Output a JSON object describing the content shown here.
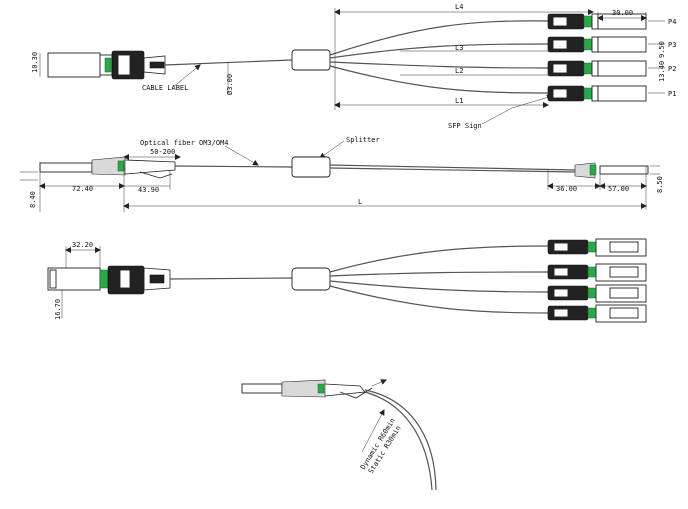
{
  "top_view": {
    "dim_l4": "L4",
    "dim_l3": "L3",
    "dim_l2": "L2",
    "dim_l1": "L1",
    "dim_30": "30.00",
    "dim_950": "9.50",
    "dim_1340": "13.40",
    "dim_1030": "10.30",
    "dim_d3": "Ø3.00",
    "cable_label": "CABLE LABEL",
    "sfp_sign": "SFP Sign",
    "port_labels": [
      "P4",
      "P3",
      "P2",
      "P1"
    ]
  },
  "side_view": {
    "optical_fiber": "Optical fiber OM3/OM4",
    "splitter": "Splitter",
    "range": "50-200",
    "dim_840": "8.40",
    "dim_7240": "72.40",
    "dim_4390": "43.90",
    "dim_l": "L",
    "dim_3600": "36.00",
    "dim_5700": "57.00",
    "dim_850": "8.50"
  },
  "iso_view": {
    "dim_3220": "32.20",
    "dim_1670": "16.70"
  },
  "bend_view": {
    "dynamic": "Dynamic R60min",
    "static": "Static R30min"
  }
}
